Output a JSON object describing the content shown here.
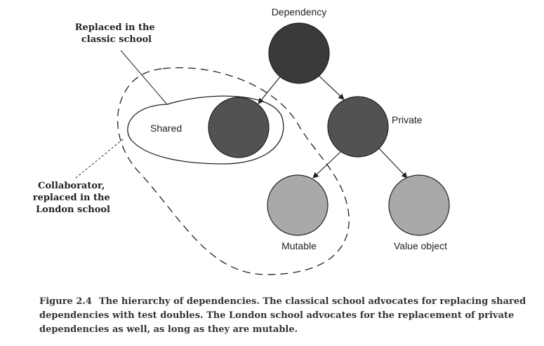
{
  "nodes": {
    "dependency": "Dependency",
    "shared": "Shared",
    "private": "Private",
    "mutable": "Mutable",
    "value_object": "Value object"
  },
  "annotations": {
    "classic": [
      "Replaced in the",
      "classic school"
    ],
    "london": [
      "Collaborator,",
      "replaced in the",
      "London school"
    ]
  },
  "colors": {
    "dark_node": "#3a3a3c",
    "mid_node": "#505254",
    "light_node": "#a7a9ab"
  },
  "caption": {
    "figure": "Figure 2.4",
    "text": "The hierarchy of dependencies. The classical school advocates for replacing shared dependencies with test doubles. The London school advocates for the replacement of private dependencies as well, as long as they are mutable."
  }
}
